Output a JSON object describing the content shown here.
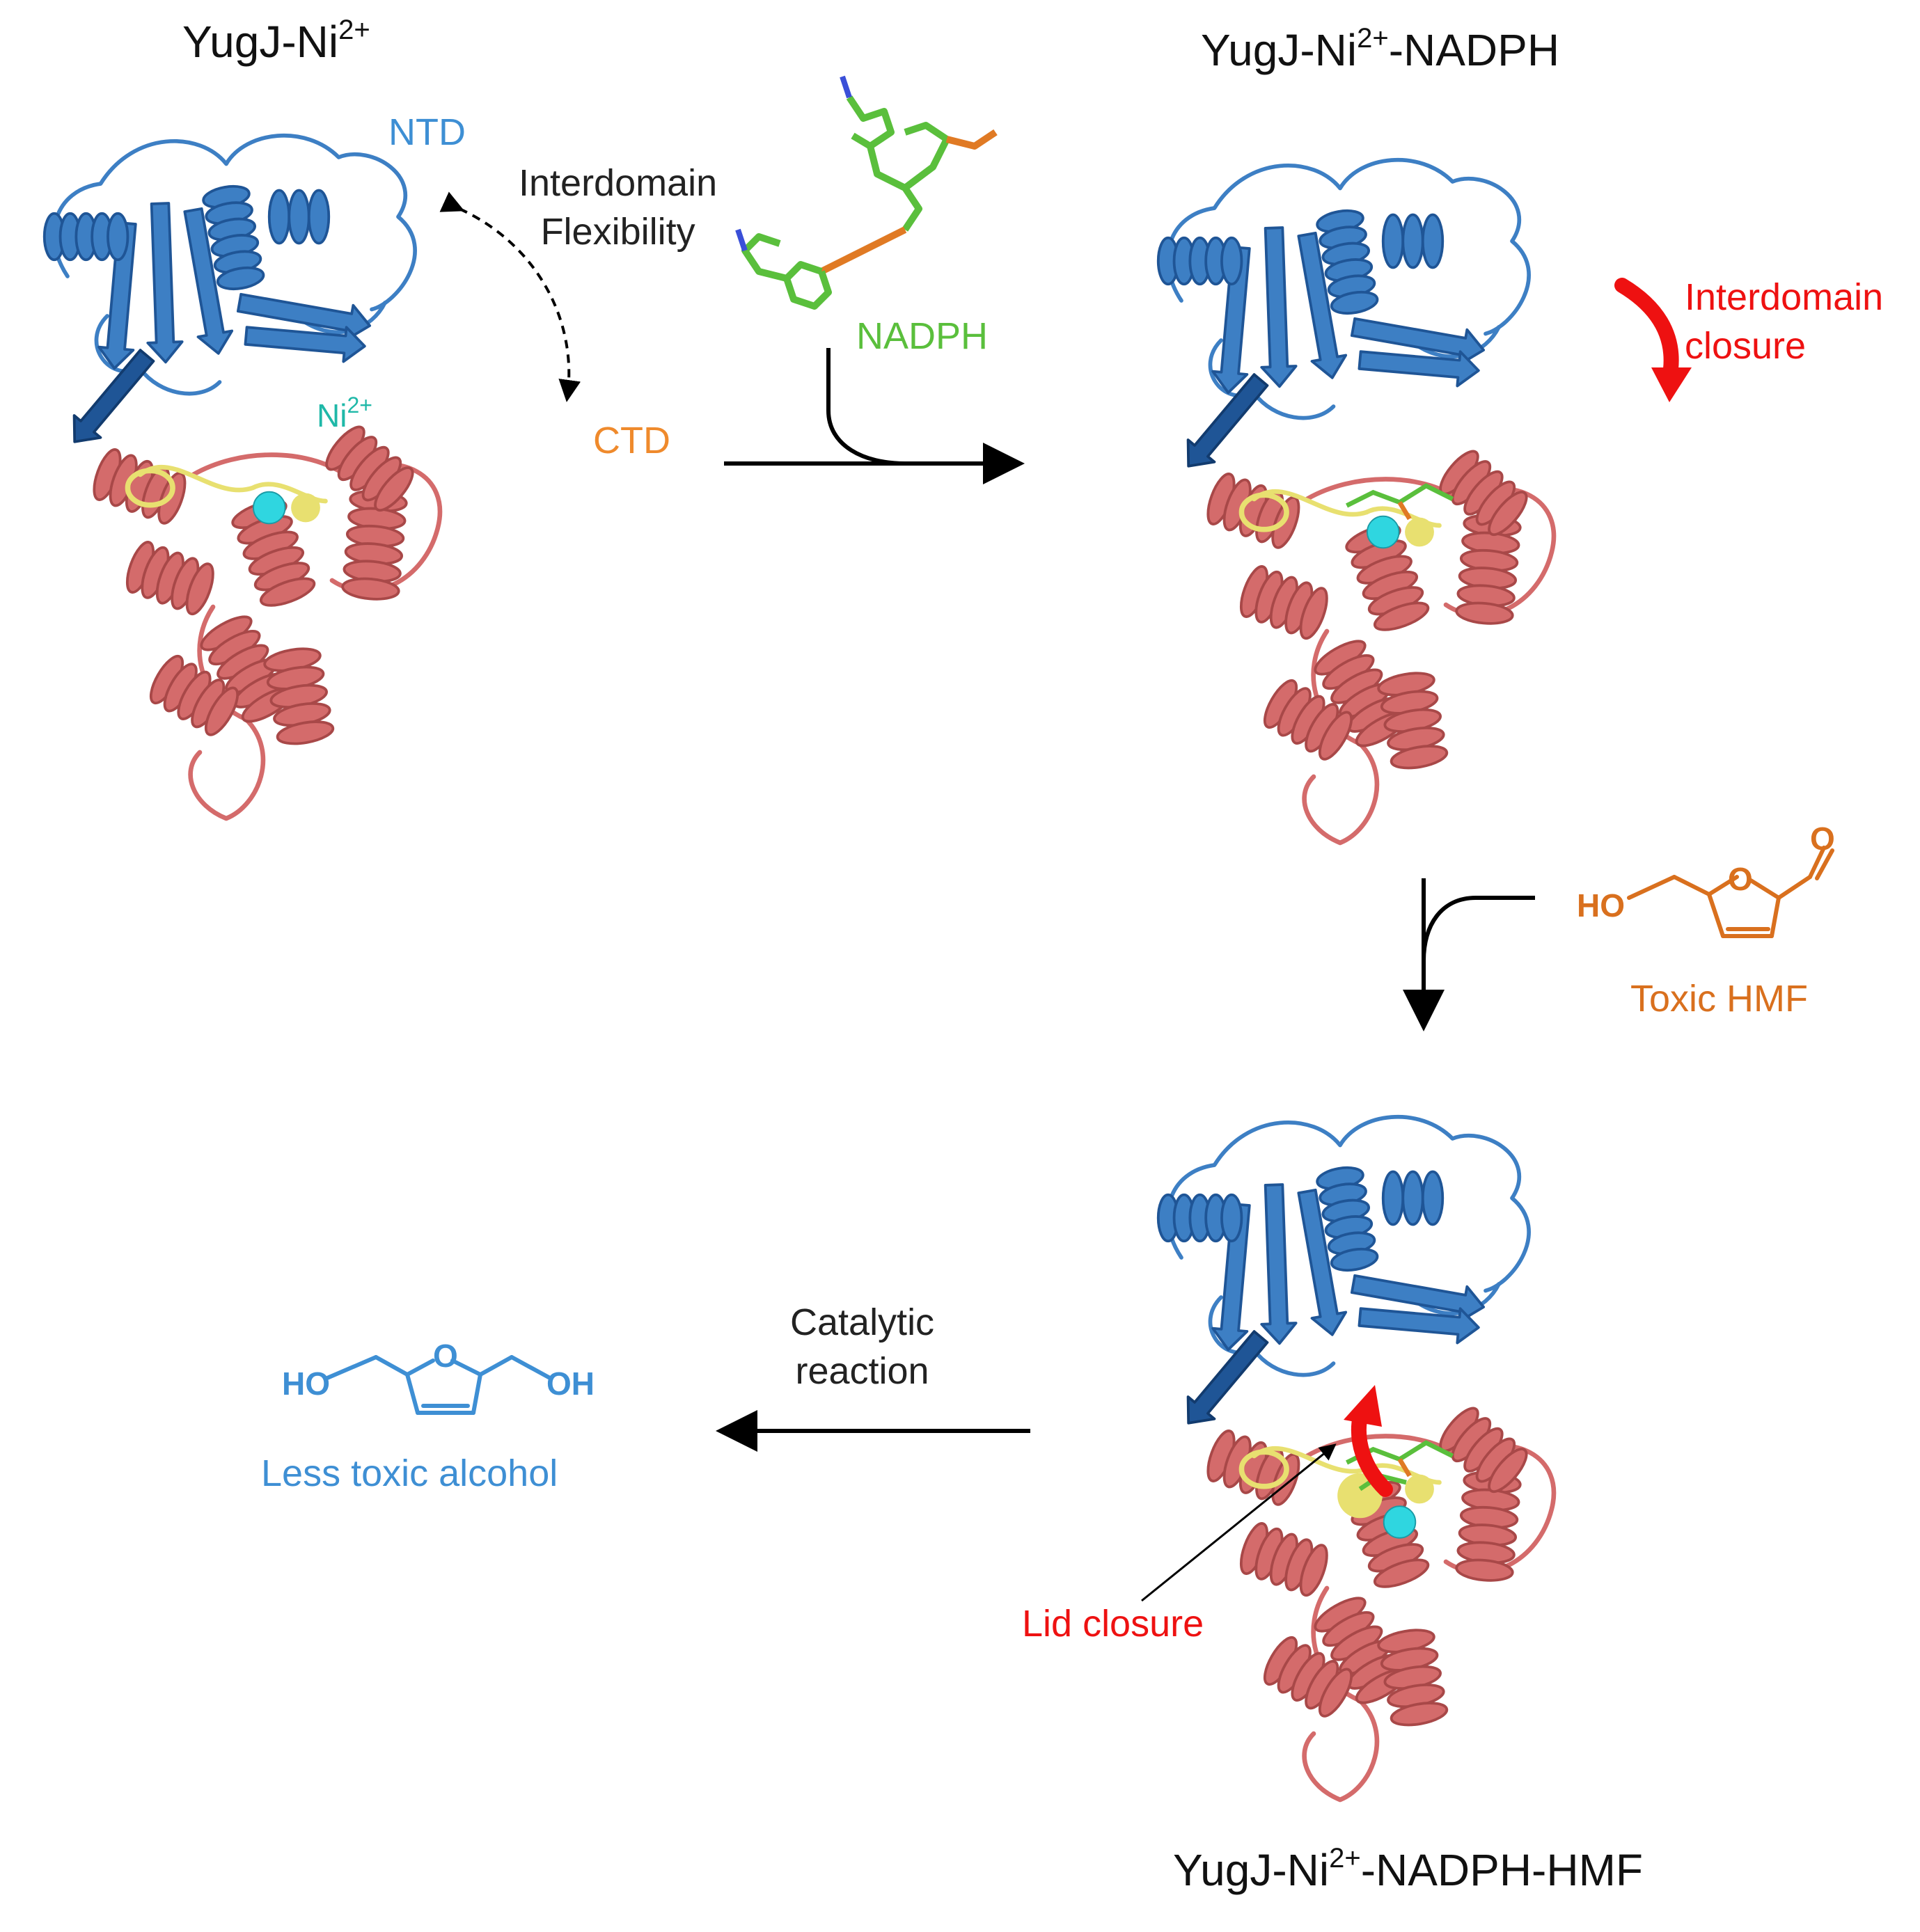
{
  "figure": {
    "titles": {
      "state1": {
        "pre": "YugJ-Ni",
        "sup": "2+",
        "post": ""
      },
      "state2": {
        "pre": "YugJ-Ni",
        "sup": "2+",
        "post": "-NADPH"
      },
      "state3": {
        "pre": "YugJ-Ni",
        "sup": "2+",
        "post": "-NADPH-HMF"
      }
    },
    "domain_labels": {
      "ntd": "NTD",
      "ctd": "CTD"
    },
    "metal": {
      "pre": "Ni",
      "sup": "2+"
    },
    "annotations": {
      "flex_line1": "Interdomain",
      "flex_line2": "Flexibility",
      "closure_line1": "Interdomain",
      "closure_line2": "closure",
      "lid": "Lid closure",
      "cat_line1": "Catalytic",
      "cat_line2": "reaction"
    },
    "ligands": {
      "nadph": "NADPH",
      "hmf": "Toxic HMF",
      "hmf_oh": "HO",
      "hmf_o_ring": "O",
      "hmf_o_ald": "O",
      "product": "Less toxic alcohol",
      "prod_oh_left": "HO",
      "prod_oh_right": "OH",
      "prod_o_ring": "O"
    },
    "colors": {
      "ntd": "#3d7fc4",
      "ntd_dark": "#1f5596",
      "ctd": "#d46b6b",
      "ctd_dark": "#a84848",
      "metal": "#2fd6e0",
      "lid": "#e8e070",
      "nadph": "#5abf3c",
      "hmf": "#d9701e",
      "product": "#3e8fd4",
      "red": "#ee1111",
      "ctd_label": "#ef8a2c",
      "ntd_label": "#3e8fd4",
      "metal_label": "#1fb8a8"
    }
  }
}
